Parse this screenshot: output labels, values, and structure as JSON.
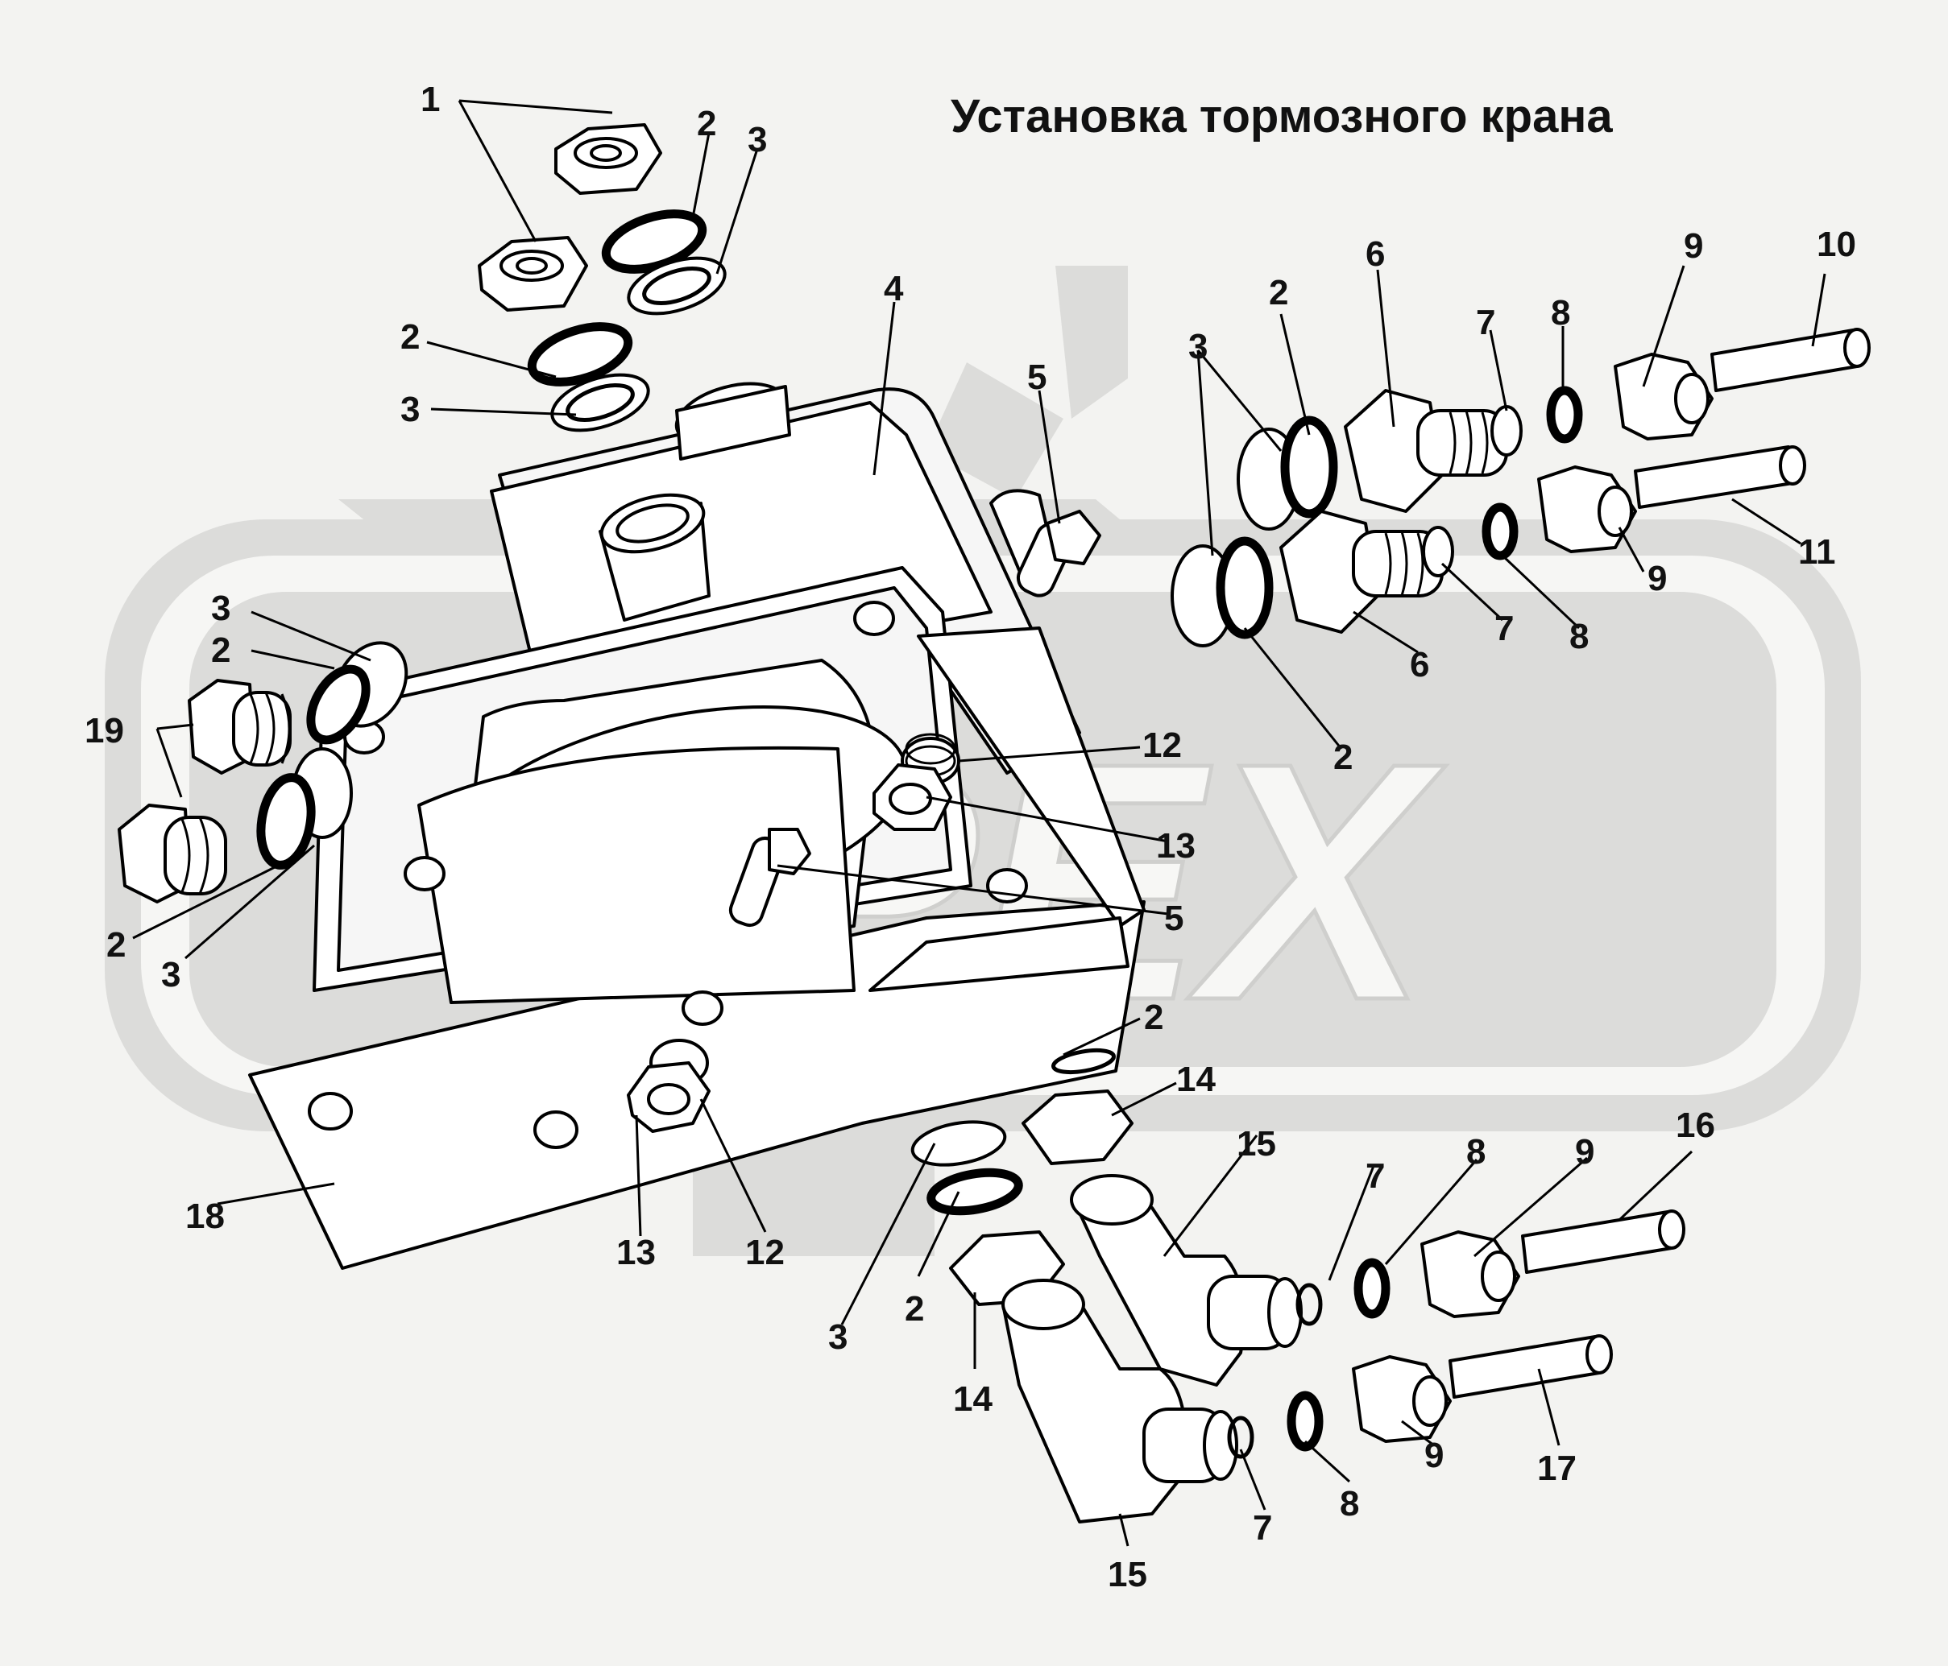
{
  "title": "Установка тормозного крана",
  "watermark": "OPEX",
  "callouts": {
    "c1": "1",
    "c2a": "2",
    "c3a": "3",
    "c2b": "2",
    "c3b": "3",
    "c4": "4",
    "c5a": "5",
    "c6a": "6",
    "c2c": "2",
    "c3c": "3",
    "c7a": "7",
    "c8a": "8",
    "c9a": "9",
    "c10": "10",
    "c11": "11",
    "c9b": "9",
    "c8b": "8",
    "c7b": "7",
    "c6b": "6",
    "c2d": "2",
    "c12a": "12",
    "c13a": "13",
    "c5b": "5",
    "c3d": "3",
    "c2e": "2",
    "c19": "19",
    "c2f": "2",
    "c3e": "3",
    "c2g": "2",
    "c14a": "14",
    "c15a": "15",
    "c7c": "7",
    "c8c": "8",
    "c9c": "9",
    "c16": "16",
    "c18": "18",
    "c13b": "13",
    "c12b": "12",
    "c3f": "3",
    "c2h": "2",
    "c14b": "14",
    "c7d": "7",
    "c8d": "8",
    "c9d": "9",
    "c17": "17",
    "c15b": "15"
  }
}
